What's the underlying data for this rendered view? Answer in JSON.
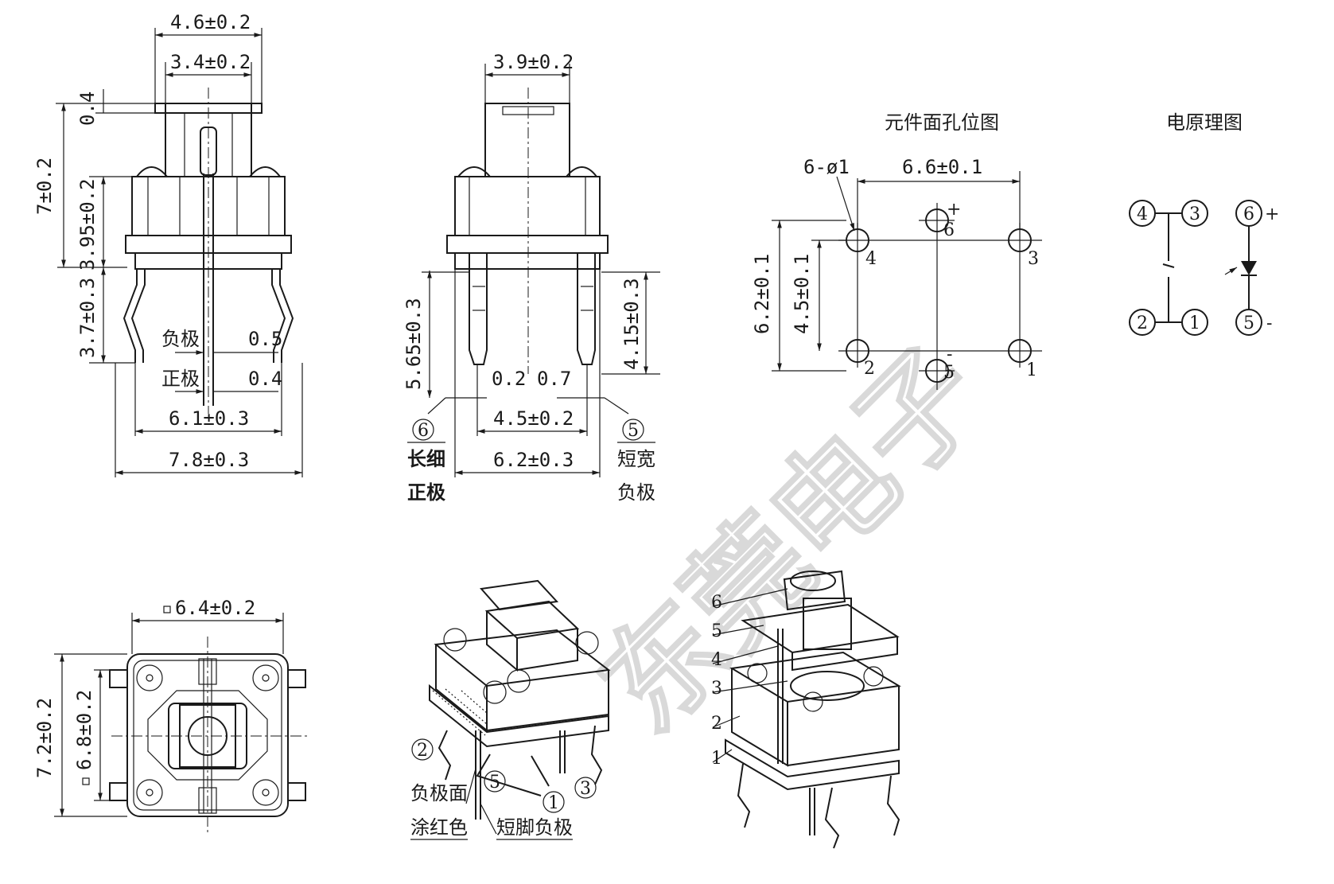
{
  "watermark": "东莞电子",
  "side_view": {
    "dims": [
      "4.6±0.2",
      "3.4±0.2",
      "0.4",
      "7±0.2",
      "3.95±0.2",
      "3.7±0.3",
      "0.5",
      "0.4",
      "6.1±0.3",
      "7.8±0.3"
    ],
    "labels": {
      "negative": "负极",
      "positive": "正极"
    }
  },
  "front_view": {
    "dims": [
      "3.9±0.2",
      "5.65±0.3",
      "4.15±0.3",
      "0.2",
      "0.7",
      "4.5±0.2",
      "6.2±0.3"
    ],
    "pin6": "6",
    "pin5": "5",
    "pin6_note": [
      "长细",
      "正极"
    ],
    "pin5_note": [
      "短宽",
      "负极"
    ]
  },
  "hole_layout": {
    "title": "元件面孔位图",
    "dims": [
      "6-ø1",
      "6.6±0.1",
      "6.2±0.1",
      "4.5±0.1"
    ],
    "pins": [
      "4",
      "6",
      "3",
      "2",
      "5",
      "1"
    ],
    "plus": "+",
    "minus": "-"
  },
  "schematic": {
    "title": "电原理图",
    "nodes": [
      "4",
      "3",
      "2",
      "1",
      "6",
      "5"
    ],
    "plus": "+",
    "minus": "-"
  },
  "top_view": {
    "dims": [
      "6.4±0.2",
      "7.2±0.2",
      "6.8±0.2"
    ]
  },
  "iso_view": {
    "pins": [
      "2",
      "5",
      "1",
      "3"
    ],
    "note1": [
      "负极面",
      "涂红色"
    ],
    "note2": "短脚负极"
  },
  "exploded_view": {
    "parts": [
      "6",
      "5",
      "4",
      "3",
      "2",
      "1"
    ]
  }
}
